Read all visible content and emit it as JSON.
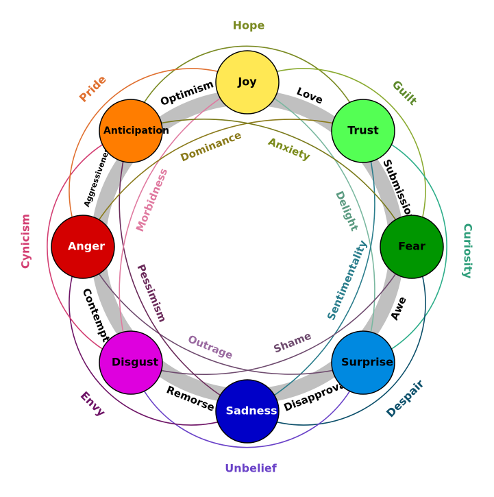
{
  "emotions": [
    {
      "name": "Joy",
      "color": "#FFE854",
      "text_color": "#000000"
    },
    {
      "name": "Trust",
      "color": "#54FF54",
      "text_color": "#000000"
    },
    {
      "name": "Fear",
      "color": "#009600",
      "text_color": "#000000"
    },
    {
      "name": "Surprise",
      "color": "#0089E0",
      "text_color": "#000000"
    },
    {
      "name": "Sadness",
      "color": "#0000C8",
      "text_color": "#FFFFFF"
    },
    {
      "name": "Disgust",
      "color": "#DE00DE",
      "text_color": "#000000"
    },
    {
      "name": "Anger",
      "color": "#D40000",
      "text_color": "#FFFFFF"
    },
    {
      "name": "Anticipation",
      "color": "#FF7D00",
      "text_color": "#000000"
    }
  ],
  "primary_dyads": [
    "Love",
    "Submission",
    "Awe",
    "Disapproval",
    "Remorse",
    "Contempt",
    "Aggressiveness",
    "Optimism"
  ],
  "secondary_dyads": [
    {
      "name": "Guilt",
      "color": "#5e8a2c"
    },
    {
      "name": "Curiosity",
      "color": "#2e9e7a"
    },
    {
      "name": "Despair",
      "color": "#0b4f6a"
    },
    {
      "name": "Unbelief",
      "color": "#6a42c8"
    },
    {
      "name": "Envy",
      "color": "#6e1466"
    },
    {
      "name": "Cynicism",
      "color": "#d33f73"
    },
    {
      "name": "Pride",
      "color": "#e07030"
    },
    {
      "name": "Hope",
      "color": "#7a8a22"
    }
  ],
  "tertiary_dyads": [
    {
      "name": "Delight",
      "color": "#5a9a80"
    },
    {
      "name": "Sentimentality",
      "color": "#2a7d8c"
    },
    {
      "name": "Shame",
      "color": "#6e4a6e"
    },
    {
      "name": "Outrage",
      "color": "#9a6aa0"
    },
    {
      "name": "Pessimism",
      "color": "#6a2a5a"
    },
    {
      "name": "Morbidness",
      "color": "#e07aa0"
    },
    {
      "name": "Dominance",
      "color": "#8a7a1a"
    },
    {
      "name": "Anxiety",
      "color": "#7a8a1a"
    }
  ]
}
